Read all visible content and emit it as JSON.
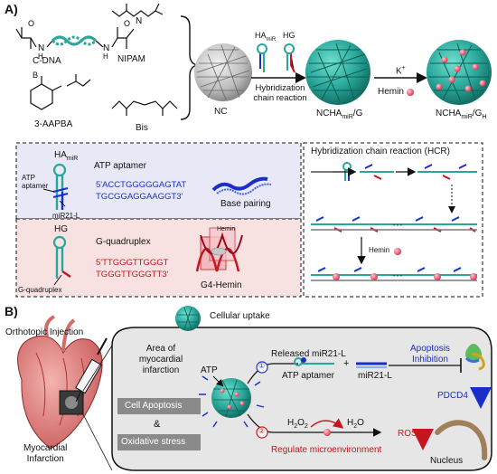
{
  "panelA": {
    "label": "A)",
    "monomers": {
      "cdna": "C-DNA",
      "nipam": "NIPAM",
      "aappba": "3-AAPBA",
      "bis": "Bis",
      "boron": "B",
      "oh": "OH",
      "nh": "N",
      "h": "H"
    },
    "nc": "NC",
    "ha_miR": {
      "main": "HA",
      "sub": "miR"
    },
    "hg": "HG",
    "hcr_arrow": [
      "Hybridization",
      "chain reaction"
    ],
    "ncha_g": {
      "main": "NCHA",
      "sub": "miR",
      "tail": "/G"
    },
    "k_plus": {
      "main": "K",
      "sup": "+"
    },
    "hemin": "Hemin",
    "ncha_gh": {
      "main": "NCHA",
      "sub": "miR",
      "tail": "/G",
      "tail_sub": "H"
    }
  },
  "inset_blue": {
    "ha": {
      "main": "HA",
      "sub": "miR"
    },
    "title": "ATP aptamer",
    "atp_aptamer": [
      "ATP",
      "aptamer"
    ],
    "mir21": "miR21-L",
    "seq_line1": "5'ACCTGGGGGAGTAT",
    "seq_line2": "TGCGGAGGAAGGT3'",
    "base_pairing": "Base pairing"
  },
  "inset_pink": {
    "hg": "HG",
    "title": "G-quadruplex",
    "gquad_label": "G-quadruplex",
    "seq_line1": "5'TTGGGTTGGGT",
    "seq_line2": "TGGGTTGGGTT3'",
    "g4_hemin": "G4-Hemin",
    "hemin_tag": "Hemin"
  },
  "inset_hcr": {
    "title": "Hybridization chain reaction (HCR)",
    "hemin": "Hemin"
  },
  "panelB": {
    "label": "B)",
    "cellular_uptake": "Cellular uptake",
    "orthotopic": "Orthotopic Injection",
    "mi": [
      "Myocardial",
      "Infarction"
    ],
    "area_mi": [
      "Area of",
      "myocardial",
      "infarction"
    ],
    "atp": "ATP",
    "released": "Released miR21-L",
    "circle1": "①",
    "circle2": "②",
    "atp_aptamer": "ATP aptamer",
    "plus": "+",
    "mir21": "miR21-L",
    "apoptosis_inhibition": [
      "Apoptosis",
      "Inhibition"
    ],
    "pdcd4": "PDCD4",
    "cell_apoptosis": "Cell Apoptosis",
    "amp": "&",
    "oxidative_stress": "Oxidative stress",
    "h2o2": {
      "main": "H",
      "sub": "2",
      "mid": "O",
      "sub2": "2"
    },
    "h2o": {
      "main": "H",
      "sub": "2",
      "tail": "O"
    },
    "ros": "ROS",
    "regulate": "Regulate microenvironment",
    "nucleus": "Nucleus"
  },
  "colors": {
    "teal": "#2aa79b",
    "blue_inset": "#e8e8f6",
    "pink_inset": "#f8e1e1",
    "blue_text": "#1a2fc8",
    "red_text": "#c8141e",
    "cell_bg": "#e6e6e6"
  }
}
